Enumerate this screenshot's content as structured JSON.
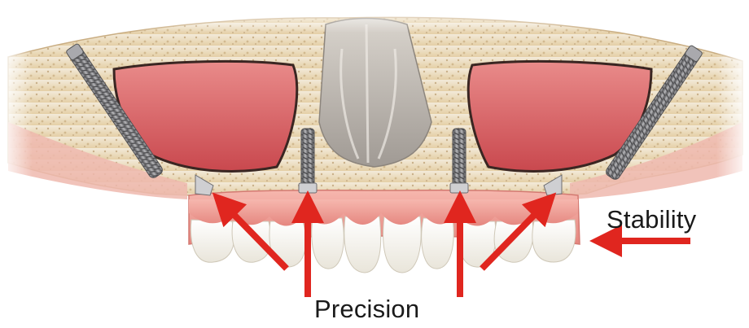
{
  "labels": {
    "stability": "Stability",
    "precision": "Precision"
  },
  "colors": {
    "arrow": "#e0261f",
    "bone": "#e8d5b0",
    "sinus_cavity": "#d9565a",
    "gum": "#f0a39c",
    "implant": "#8f8f92",
    "tooth": "#f8f7f2"
  },
  "icons": {
    "implant": "angled-and-straight-dental-implant",
    "arrow": "red-callout-arrow"
  }
}
